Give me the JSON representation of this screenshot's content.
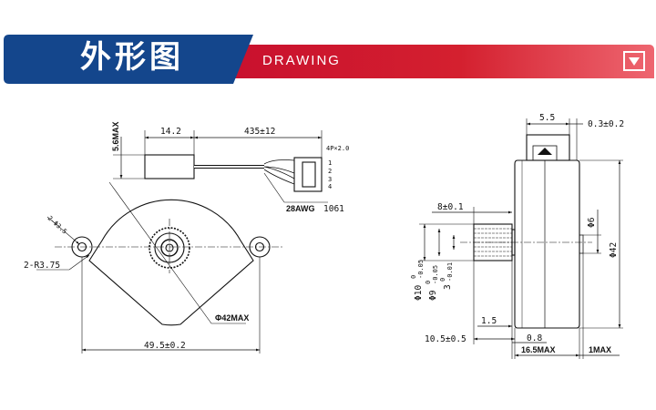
{
  "banner": {
    "title": "外形图",
    "subtitle": "DRAWING",
    "dropdown_icon": "triangle-down-icon",
    "colors": {
      "blue": "#14468c",
      "red": "#c8102e",
      "red_light": "#ee6670"
    }
  },
  "front_view": {
    "dim_width": "49.5±0.2",
    "dim_body_diameter": "Φ42MAX",
    "dim_lug_radius": "2-R3.75",
    "dim_holes": "2-Φ3.5",
    "dim_housing_width": "14.2",
    "dim_height_max": "5.6MAX",
    "dim_lead_length": "435±12",
    "dim_connector_pitch": "4P×2.0",
    "pin_numbers": [
      "1",
      "2",
      "3",
      "4"
    ],
    "wire_spec": "28AWG",
    "wire_code": "1061"
  },
  "side_view": {
    "dim_housing_top": "5.5",
    "dim_gap": "0.3±0.2",
    "dim_gear": "8±0.1",
    "dim_shaft_small": "Φ6",
    "dim_body": "Φ42",
    "dim_boss_label": "Φ10",
    "dim_boss_upper": "0",
    "dim_boss_lower": "-0.05",
    "dim_pilot_label": "Φ9",
    "dim_pilot_upper": "0",
    "dim_pilot_lower": "-0.05",
    "dim_shaft_label": "3",
    "dim_shaft_upper": "0",
    "dim_shaft_lower": "-0.01",
    "dim_step": "1.5",
    "dim_flange": "0.8",
    "dim_gear_length": "10.5±0.5",
    "dim_body_length": "16.5MAX",
    "dim_boss_height": "1MAX"
  }
}
